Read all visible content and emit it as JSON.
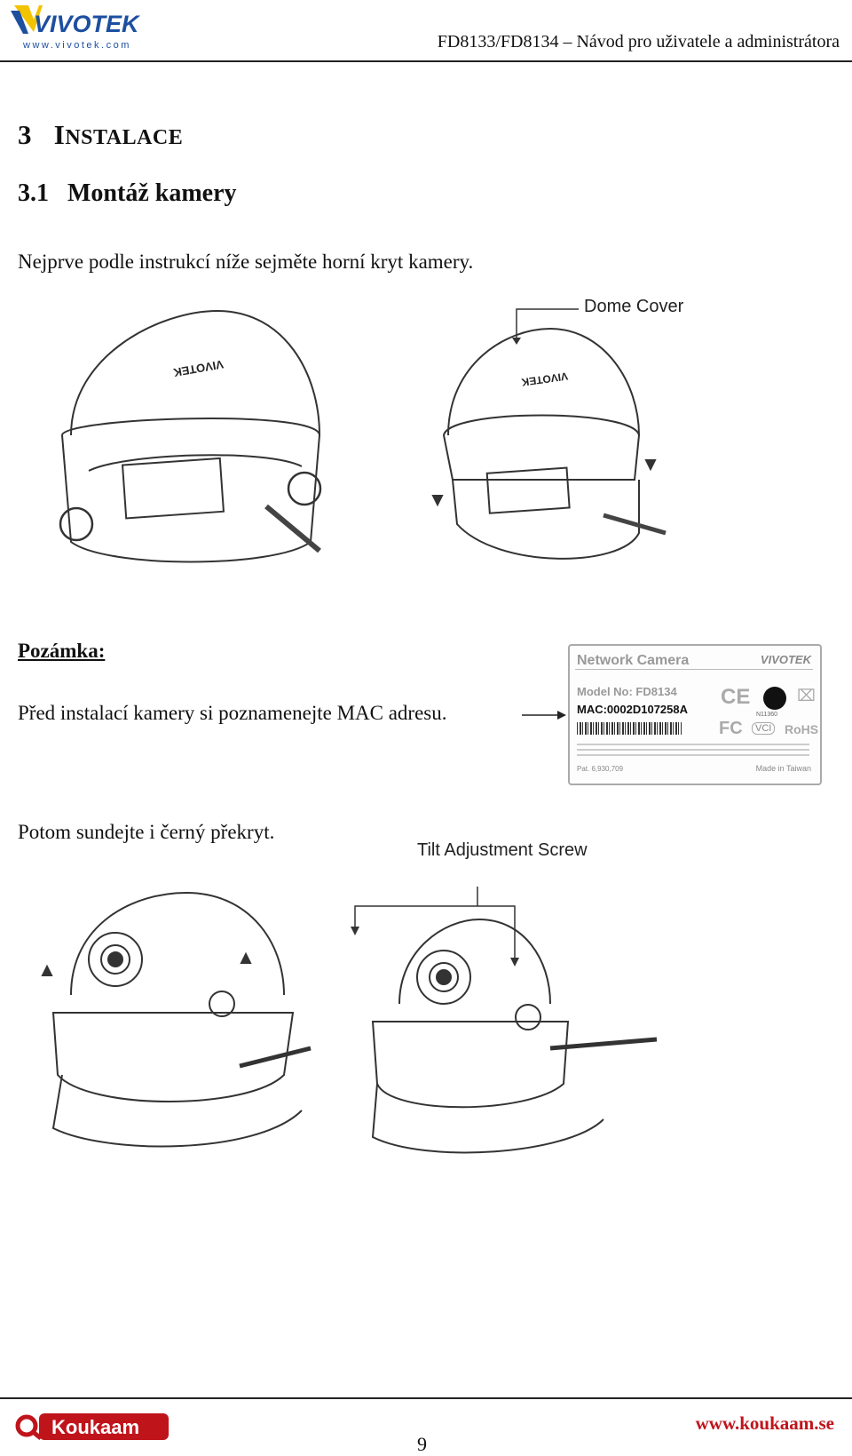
{
  "header": {
    "logo_text": "VIVOTEK",
    "logo_url": "www.vivotek.com",
    "title": "FD8133/FD8134 – Návod pro uživatele a administrátora"
  },
  "chapter": {
    "number": "3",
    "title_first": "I",
    "title_rest": "NSTALACE"
  },
  "section": {
    "number": "3.1",
    "title": "Montáž kamery"
  },
  "paragraph1": "Nejprve podle instrukcí níže sejměte horní kryt kamery.",
  "figure1": {
    "label": "Dome Cover",
    "brand_on_dome": "VIVOTEK"
  },
  "note": {
    "label": "Pozámka:",
    "text": "Před instalací kamery si poznamenejte MAC adresu."
  },
  "mac_label": {
    "title": "Network Camera",
    "brand": "VIVOTEK",
    "model": "Model No: FD8134",
    "mac": "MAC:0002D107258A",
    "pat": "Pat. 6,930,709",
    "made_in": "Made in Taiwan",
    "cert_ce": "CE",
    "cert_fc": "FC",
    "cert_vci": "VCI",
    "cert_rohs": "RoHS",
    "cert_number": "N11360"
  },
  "paragraph2": "Potom sundejte  i černý překryt.",
  "figure2": {
    "label": "Tilt Adjustment Screw"
  },
  "footer": {
    "logo_text": "Koukaam",
    "url": "www.koukaam.se",
    "page_number": "9"
  },
  "colors": {
    "footer_red": "#c0141b",
    "logo_blue": "#1c4fa0",
    "logo_yellow": "#f2c300"
  }
}
